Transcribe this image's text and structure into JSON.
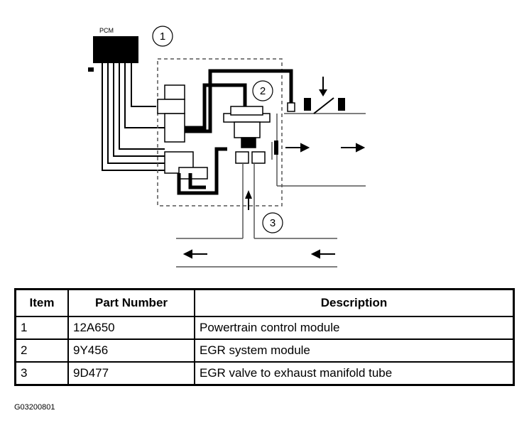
{
  "diagram": {
    "pcm_label": "PCM",
    "callouts": [
      "1",
      "2",
      "3"
    ]
  },
  "table": {
    "headers": [
      "Item",
      "Part Number",
      "Description"
    ],
    "rows": [
      [
        "1",
        "12A650",
        "Powertrain control module"
      ],
      [
        "2",
        "9Y456",
        "EGR system module"
      ],
      [
        "3",
        "9D477",
        "EGR valve to exhaust manifold tube"
      ]
    ]
  },
  "figure_id": "G03200801"
}
